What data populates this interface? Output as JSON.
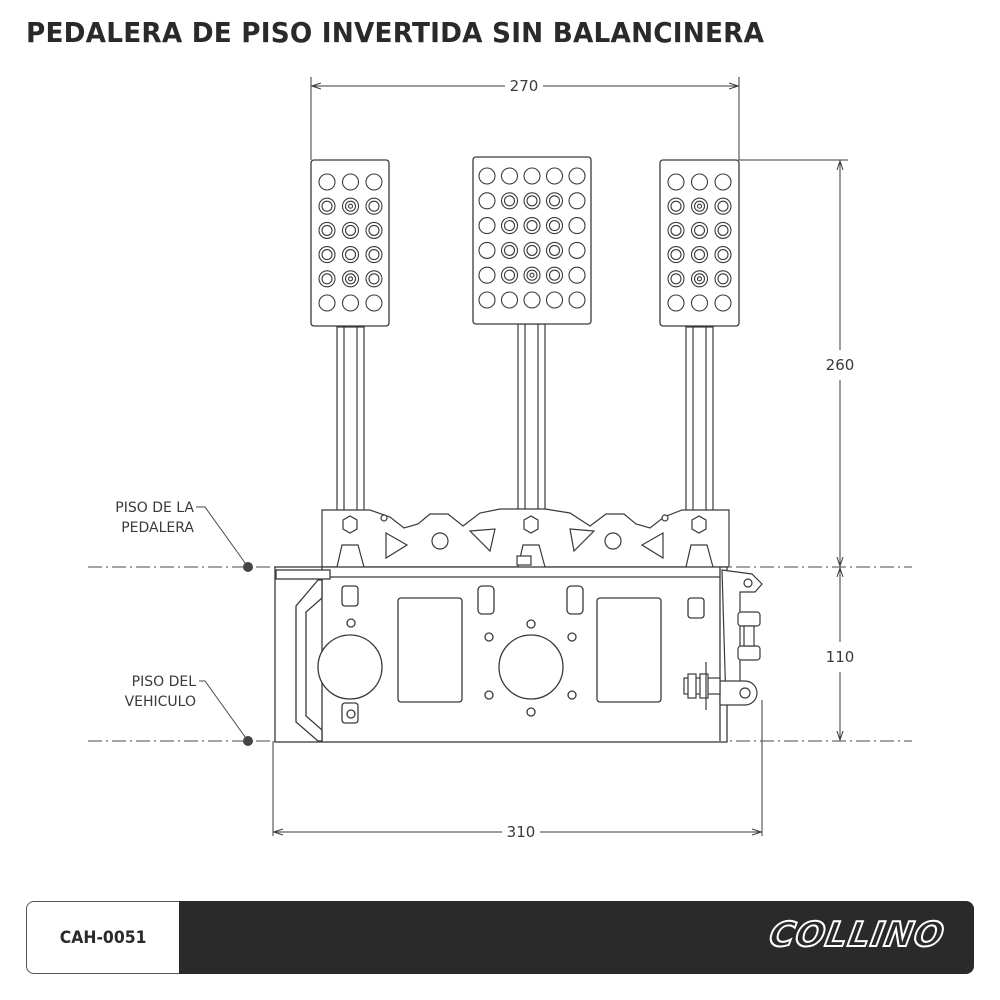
{
  "title": "PEDALERA DE PISO INVERTIDA SIN BALANCINERA",
  "dimensions": {
    "top_width": "270",
    "pedal_height": "260",
    "base_height": "110",
    "base_width": "310"
  },
  "labels": {
    "pedal_floor_line1": "PISO DE LA",
    "pedal_floor_line2": "PEDALERA",
    "vehicle_floor_line1": "PISO DEL",
    "vehicle_floor_line2": "VEHICULO"
  },
  "footer": {
    "code": "CAH-0051",
    "brand": "COLLINO"
  },
  "colors": {
    "line": "#3a3a3a",
    "dark_band": "#2a2a2a",
    "background": "#ffffff"
  }
}
